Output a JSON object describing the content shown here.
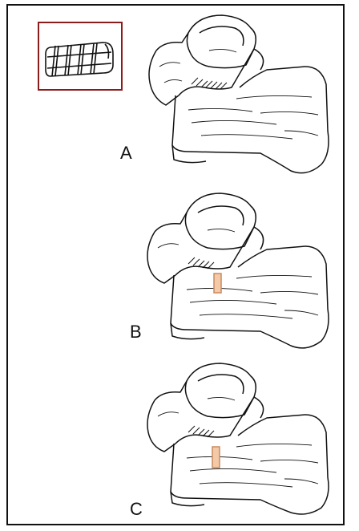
{
  "figure": {
    "panels": [
      {
        "label": "A"
      },
      {
        "label": "B"
      },
      {
        "label": "C"
      }
    ],
    "inset": {
      "icon": "threaded-implant-icon"
    },
    "colors": {
      "line": "#111111",
      "inset_border": "#8b1c1c",
      "implant_fill": "#f3c9a8",
      "implant_stroke": "#c98a5e"
    }
  }
}
